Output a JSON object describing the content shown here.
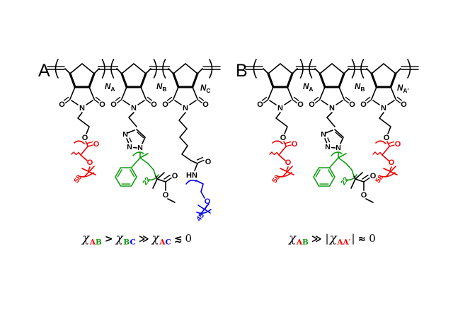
{
  "figure": {
    "background": "#ffffff",
    "colors": {
      "black": "#000000",
      "red": "#ee0000",
      "green": "#0f9b0f",
      "blue": "#0000e0"
    }
  },
  "atoms": {
    "O": "O",
    "N": "N",
    "HN": "HN"
  },
  "dp": {
    "pla": "58",
    "ps": "22",
    "peg": "45"
  },
  "panel_a": {
    "label": "A",
    "repeat_labels": [
      {
        "symbol": "N",
        "sub": "A"
      },
      {
        "symbol": "N",
        "sub": "B"
      },
      {
        "symbol": "N",
        "sub": "C"
      }
    ],
    "equation": {
      "chi1": "χ",
      "sub1a": "A",
      "sub1b": "B",
      "op1": ">",
      "chi2": "χ",
      "sub2a": "B",
      "sub2b": "C",
      "op2": "≫",
      "chi3": "χ",
      "sub3a": "A",
      "sub3b": "C",
      "op3": "≲",
      "rhs": "0"
    }
  },
  "panel_b": {
    "label": "B",
    "repeat_labels": [
      {
        "symbol": "N",
        "sub": "A"
      },
      {
        "symbol": "N",
        "sub": "B"
      },
      {
        "symbol": "N",
        "sub": "A′"
      }
    ],
    "equation": {
      "chi1": "χ",
      "sub1a": "A",
      "sub1b": "B",
      "op1": "≫",
      "lbar": "|",
      "chi2": "χ",
      "sub2a": "A",
      "sub2b": "A′",
      "rbar": "|",
      "op2": "≈",
      "rhs": "0"
    }
  }
}
